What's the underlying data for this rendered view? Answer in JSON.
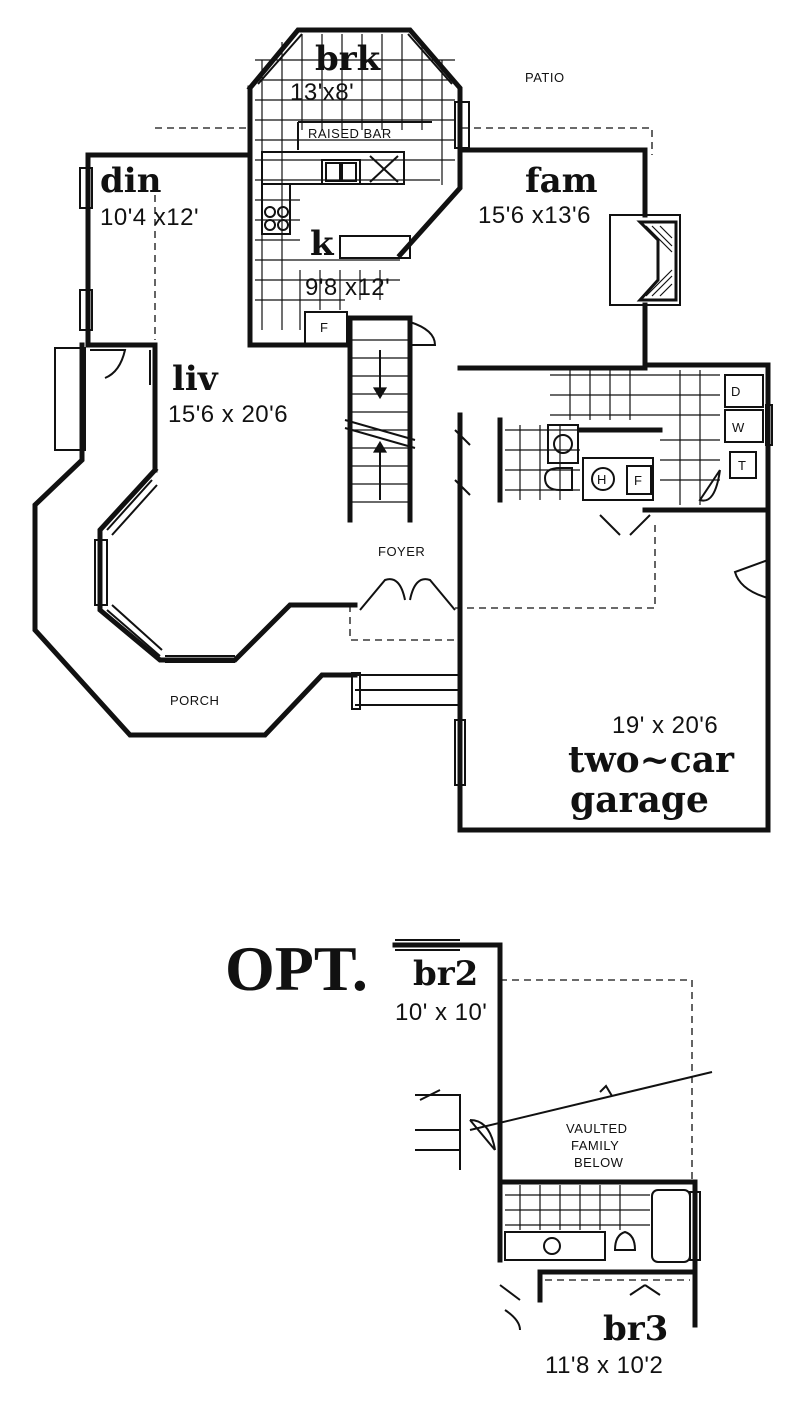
{
  "rooms": {
    "brk": {
      "name": "brk",
      "dim": "13'x8'"
    },
    "din": {
      "name": "din",
      "dim": "10'4 x12'"
    },
    "fam": {
      "name": "fam",
      "dim": "15'6 x13'6"
    },
    "k": {
      "name": "k",
      "dim": "9'8 x12'"
    },
    "liv": {
      "name": "liv",
      "dim": "15'6 x 20'6"
    },
    "garage": {
      "dim": "19' x 20'6",
      "name_line1": "two~car",
      "name_line2": "garage"
    },
    "br2": {
      "name": "br2",
      "dim": "10' x 10'"
    },
    "br3": {
      "name": "br3",
      "dim": "11'8 x 10'2"
    }
  },
  "labels": {
    "patio": "PATIO",
    "raised_bar": "RAISED BAR",
    "foyer": "FOYER",
    "porch": "PORCH",
    "opt": "OPT.",
    "vaulted_1": "VAULTED",
    "vaulted_2": "FAMILY",
    "vaulted_3": "BELOW",
    "fridge": "F",
    "heater": "H",
    "furnace": "F",
    "dryer": "D",
    "washer": "W",
    "water_tank": "T"
  }
}
